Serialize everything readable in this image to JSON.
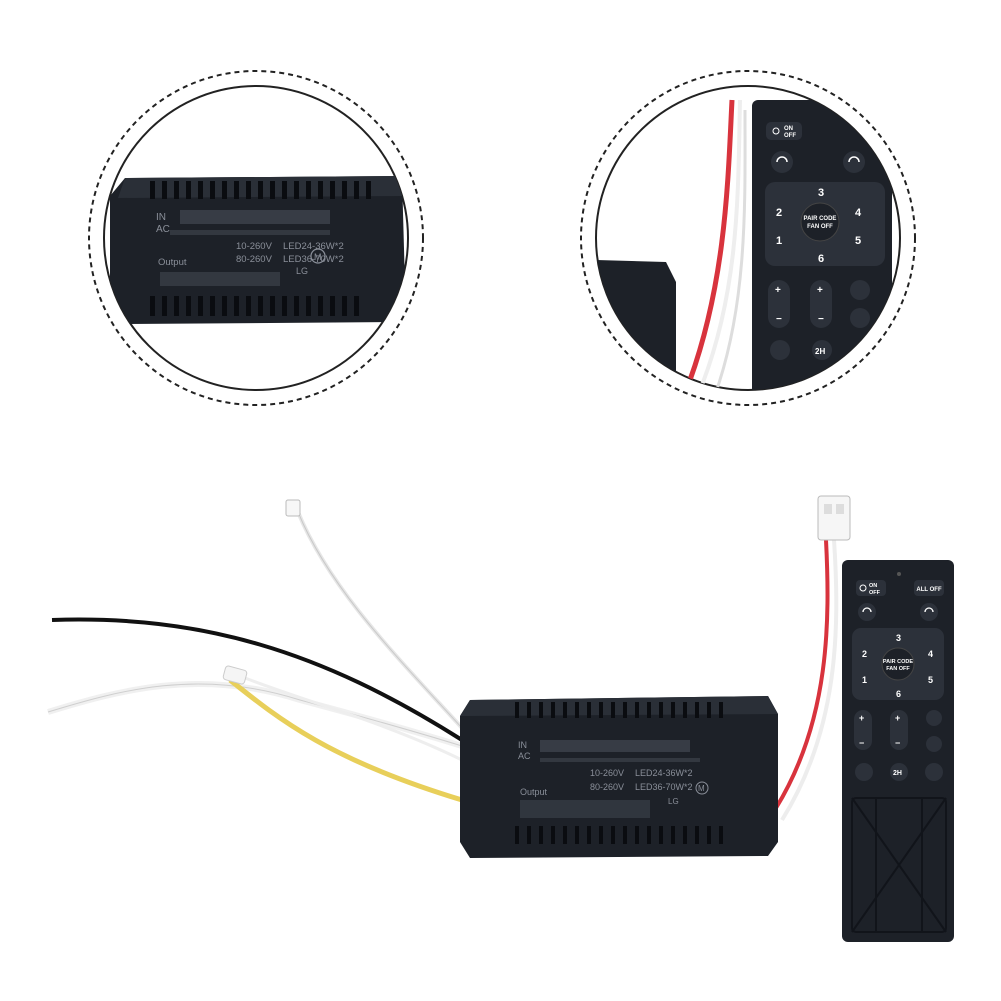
{
  "controller_label": {
    "in": "IN",
    "ac": "AC",
    "input_spec": "10-260V",
    "output_spec_1": "LED24-36W*2",
    "input_spec_2": "80-260V",
    "output_spec_2": "LED36-70W*2",
    "output_prefix": "Output",
    "badge": "M",
    "lg": "LG"
  },
  "remote": {
    "on_off_l1": "ON",
    "on_off_l2": "OFF",
    "all_off": "ALL OFF",
    "pair_l1": "PAIR CODE",
    "pair_l2": "FAN OFF",
    "speed": [
      "1",
      "2",
      "3",
      "4",
      "5",
      "6"
    ],
    "plus": "+",
    "minus": "−",
    "timer": "2H"
  },
  "colors": {
    "device": "#1d2128",
    "device_edge": "#0c0e12",
    "button": "#2c313a",
    "wire_red": "#d8333d",
    "wire_yellow": "#e8cf5a",
    "wire_black": "#111111",
    "wire_white": "#f0f0f0"
  }
}
